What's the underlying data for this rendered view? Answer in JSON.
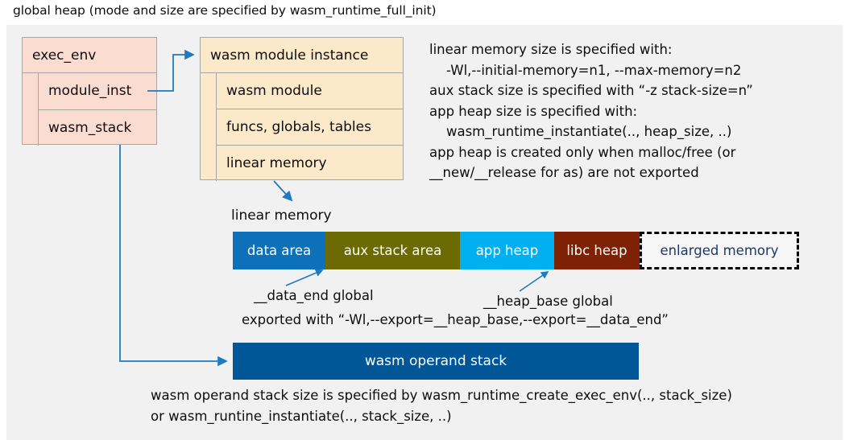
{
  "title": "global heap (mode and size are specified by wasm_runtime_full_init)",
  "colors": {
    "panel_bg": "#f1f1f1",
    "exec_env_fill": "#fbdcd0",
    "module_inst_fill": "#fce9ca",
    "box_border": "#a6a6a6",
    "arrow": "#1f7ac0",
    "data_area": "#0d71b9",
    "aux_stack_area": "#6b6a03",
    "app_heap": "#00b0f0",
    "libc_heap": "#7f2104",
    "enlarged_memory_text": "#1f3864",
    "operand_stack": "#005697"
  },
  "exec_env_box": {
    "header": "exec_env",
    "rows": [
      "module_inst",
      "wasm_stack"
    ]
  },
  "module_instance_box": {
    "header": "wasm module instance",
    "rows": [
      "wasm module",
      "funcs, globals, tables",
      "linear memory"
    ]
  },
  "info_text": "linear memory size is specified with:\n    -Wl,--initial-memory=n1, --max-memory=n2\naux stack size is specified with “-z stack-size=n”\napp heap size is specified with:\n    wasm_runtime_instantiate(.., heap_size, ..)\napp heap is created only when malloc/free (or\n__new/__release for as) are not exported",
  "linear_memory": {
    "caption": "linear memory",
    "segments": [
      {
        "label": "data area",
        "color": "#0d71b9",
        "width": 115,
        "dashed": false
      },
      {
        "label": "aux stack area",
        "color": "#6b6a03",
        "width": 167,
        "dashed": false
      },
      {
        "label": "app heap",
        "color": "#00b0f0",
        "width": 117,
        "dashed": false
      },
      {
        "label": "libc heap",
        "color": "#7f2104",
        "width": 106,
        "dashed": false
      },
      {
        "label": "enlarged memory",
        "color": "#f6f6f6",
        "width": 198,
        "dashed": true
      }
    ]
  },
  "annotations": {
    "data_end": "__data_end global",
    "heap_base": "__heap_base global",
    "exported_with": "exported with “-Wl,--export=__heap_base,--export=__data_end”"
  },
  "operand_stack": {
    "label": "wasm operand stack",
    "note": "wasm operand stack size is specified by wasm_runtime_create_exec_env(.., stack_size)\nor wasm_runtine_instantiate(.., stack_size, ..)"
  }
}
